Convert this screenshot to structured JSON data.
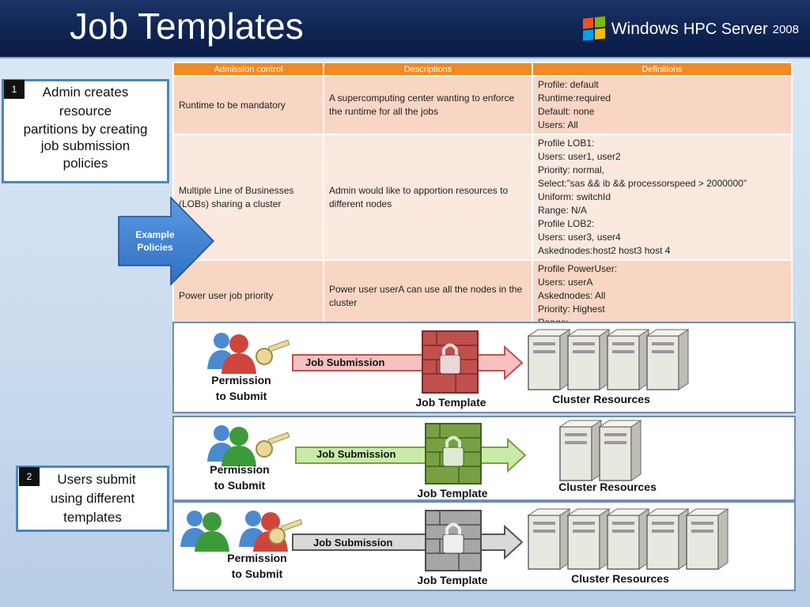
{
  "title": "Job Templates",
  "brand": {
    "windows": "Windows",
    "product": "HPC Server",
    "year": "2008"
  },
  "table": {
    "headers": [
      "Admission control",
      "Descriptions",
      "Definitions"
    ],
    "rows": [
      {
        "control": "Runtime to be mandatory",
        "description": "A supercomputing center wanting to enforce the runtime for all the jobs",
        "definitions": [
          "Profile: default",
          "Runtime:required",
          "Default: none",
          "Users: All"
        ]
      },
      {
        "control": "Multiple Line of Businesses (LOBs) sharing a cluster",
        "description": "Admin would like to apportion resources to different nodes",
        "definitions": [
          "Profile LOB1:",
          "Users: user1, user2",
          "Priority: normal,",
          "Select:”sas && ib && processorspeed > 2000000”",
          "Uniform: switchId",
          "Range: N/A",
          "Profile LOB2:",
          "Users: user3, user4",
          "Askednodes:host2 host3 host 4"
        ]
      },
      {
        "control": "Power user job priority",
        "description": "Power user userA can use all the nodes in the cluster",
        "definitions": [
          "Profile PowerUser:",
          "Users: userA",
          "Askednodes: All",
          "Priority: Highest",
          "Range:"
        ]
      }
    ]
  },
  "callout1": {
    "number": "1",
    "text": "Admin creates resource partitions by creating job submission policies",
    "lines": [
      "Admin creates",
      "resource",
      "partitions by creating",
      "job submission",
      "policies"
    ]
  },
  "callout2": {
    "number": "2",
    "lines": [
      "Users  submit",
      "using different",
      "templates"
    ]
  },
  "example": {
    "lines": [
      "Example",
      "Policies"
    ]
  },
  "panels": [
    {
      "permission": [
        "Permission",
        "to Submit"
      ],
      "submission": "Job Submission",
      "template": "Job Template",
      "resources": "Cluster Resources",
      "color": "#c0504d",
      "arrow": "#f4b6b6",
      "servers": 4
    },
    {
      "permission": [
        "Permission",
        "to Submit"
      ],
      "submission": "Job Submission",
      "template": "Job Template",
      "resources": "Cluster Resources",
      "color": "#77a043",
      "arrow": "#c9eba8",
      "servers": 2
    },
    {
      "permission": [
        "Permission",
        "to Submit"
      ],
      "submission": "Job Submission",
      "template": "Job Template",
      "resources": "Cluster Resources",
      "color": "#8c8c8c",
      "arrow": "#d9d9d9",
      "servers": 5
    }
  ]
}
